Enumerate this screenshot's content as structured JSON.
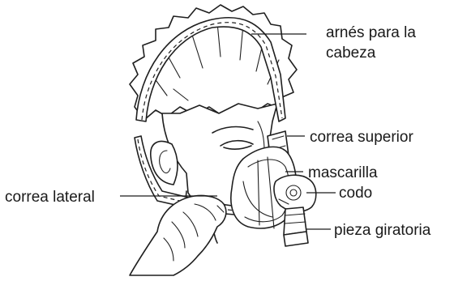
{
  "labels": {
    "headgear": [
      "arnés para la",
      "cabeza"
    ],
    "top_strap": "correa superior",
    "mask": "mascarilla",
    "side_strap": "correa lateral",
    "elbow": "codo",
    "swivel": "pieza giratoria"
  }
}
